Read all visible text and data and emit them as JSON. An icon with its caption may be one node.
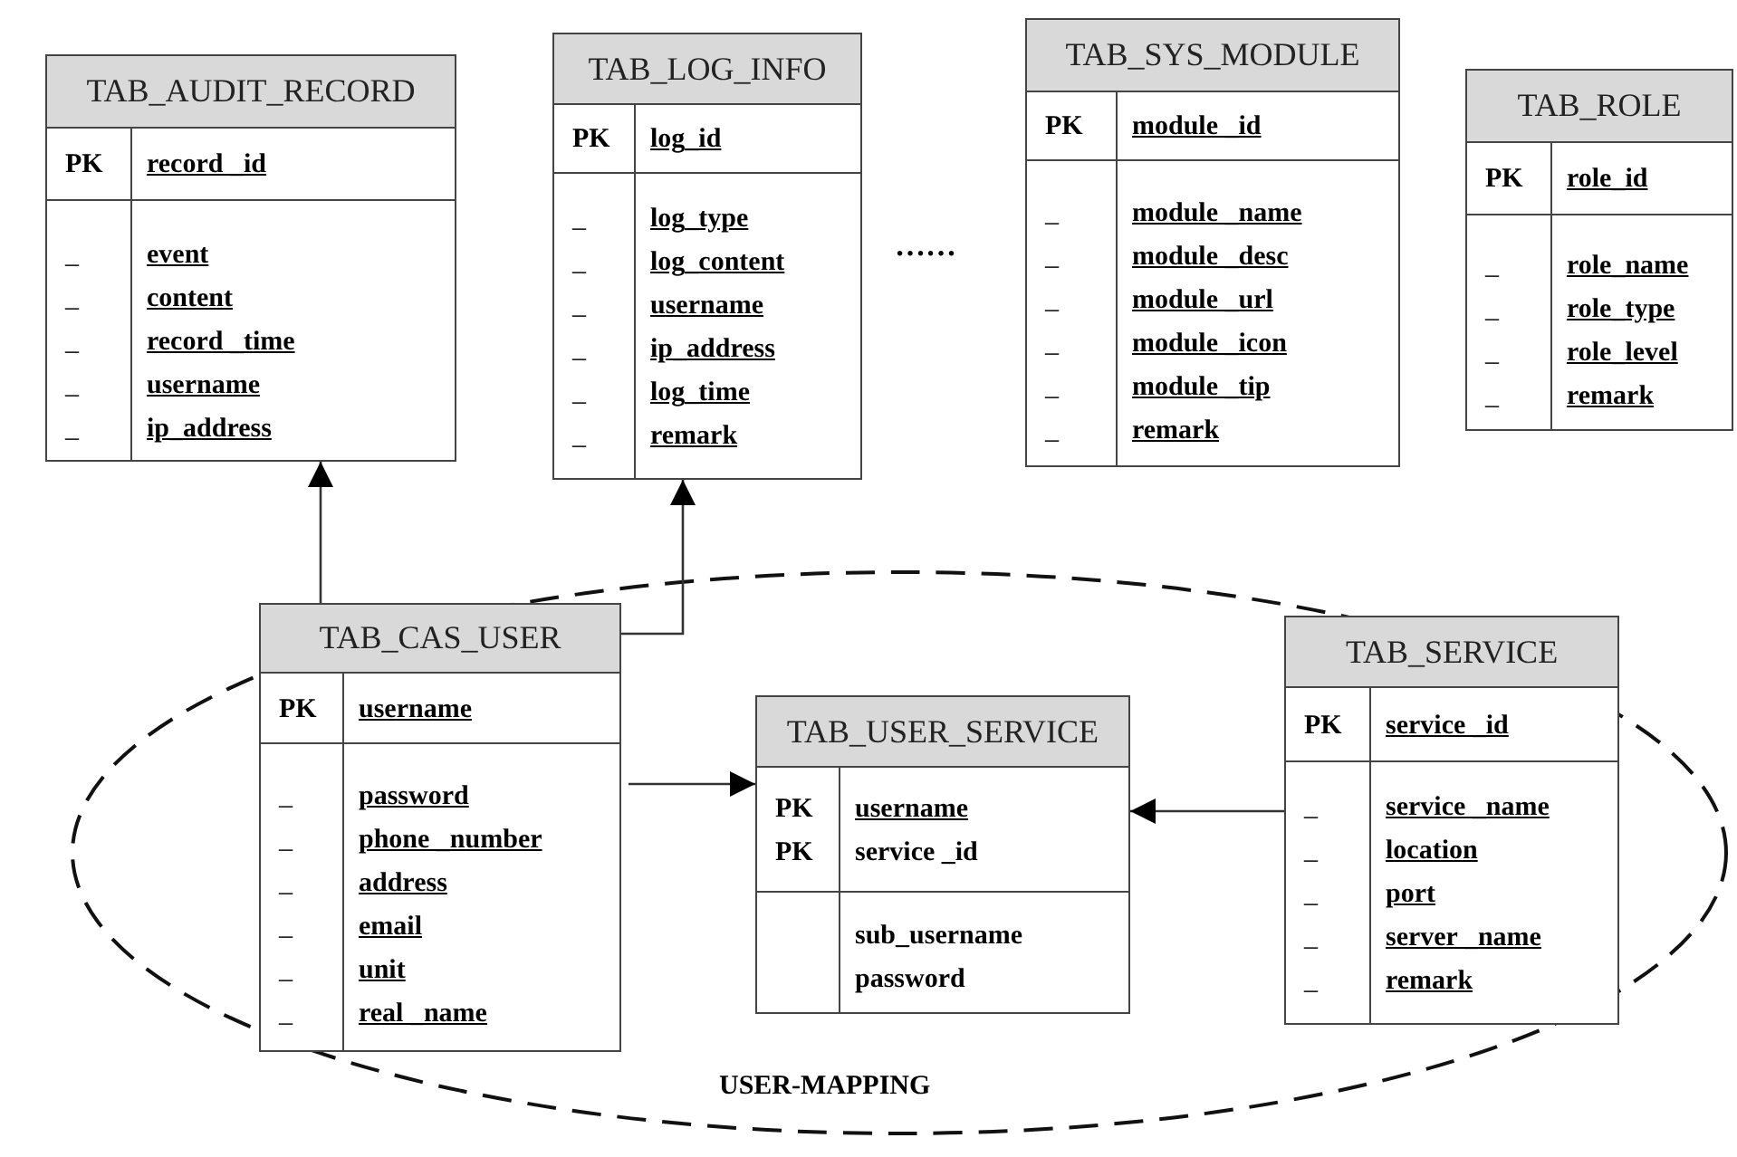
{
  "diagram": {
    "nodes": [
      {
        "text": [
          "TAB_AUDIT_RECORD",
          "PK",
          "record _id",
          "_",
          "event",
          "_",
          "content",
          "_",
          "record _time",
          "_",
          "username",
          "_",
          "ip_address"
        ]
      },
      {
        "text": [
          "TAB_LOG_INFO",
          "PK",
          "log_id",
          "_",
          "log_type",
          "_",
          "log_content",
          "_",
          "username",
          "_",
          "ip_address",
          "_",
          "log_time",
          "_",
          "remark"
        ]
      },
      {
        "text": [
          "TAB_SYS_MODULE",
          "PK",
          "module _id",
          "_",
          "module _name",
          "_",
          "module _desc",
          "_",
          "module _url",
          "_",
          "module _icon",
          "_",
          "module _tip",
          "_",
          "remark"
        ]
      },
      {
        "text": [
          "TAB_ROLE",
          "PK",
          "role_id",
          "_",
          "role_name",
          "_",
          "role_type",
          "_",
          "role_level",
          "_",
          "remark"
        ]
      },
      {
        "text": [
          "USER-MAPPING"
        ]
      },
      {
        "text": [
          "TAB_CAS_USER",
          "PK",
          "username",
          "_",
          "password",
          "_",
          "phone _number",
          "_",
          "address",
          "_",
          "email",
          "_",
          "unit",
          "_",
          "real _name"
        ],
        "in": 4
      },
      {
        "text": [
          "TAB_USER_SERVICE",
          "PK",
          "username",
          "PK",
          "service _id",
          "sub_username",
          "password"
        ],
        "in": 4
      },
      {
        "text": [
          "TAB_SERVICE",
          "PK",
          "service _id",
          "_",
          "service _name",
          "_",
          "location",
          "_",
          "port",
          "_",
          "server _name",
          "_",
          "remark"
        ],
        "in": 4
      }
    ],
    "edges": [
      {
        "from": 5,
        "to": 0,
        "arrow": "to"
      },
      {
        "from": 5,
        "to": 1,
        "arrow": "to"
      },
      {
        "from": 5,
        "to": 6,
        "arrow": "to"
      },
      {
        "from": 7,
        "to": 6,
        "arrow": "to"
      }
    ],
    "labels": [
      "……"
    ]
  }
}
